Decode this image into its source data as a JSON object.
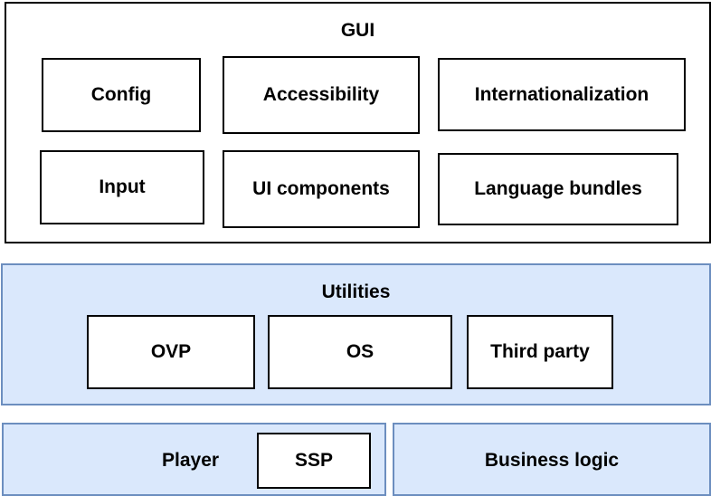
{
  "gui": {
    "title": "GUI",
    "boxes": {
      "config": "Config",
      "accessibility": "Accessibility",
      "internationalization": "Internationalization",
      "input": "Input",
      "ui_components": "UI components",
      "language_bundles": "Language bundles"
    }
  },
  "utilities": {
    "title": "Utilities",
    "boxes": {
      "ovp": "OVP",
      "os": "OS",
      "third_party": "Third party"
    }
  },
  "player": {
    "title": "Player",
    "ssp": "SSP"
  },
  "business_logic": {
    "title": "Business logic"
  },
  "colors": {
    "layer_fill": "#dae8fc",
    "layer_stroke": "#6c8ebf",
    "box_fill": "#ffffff",
    "box_stroke": "#000000"
  }
}
